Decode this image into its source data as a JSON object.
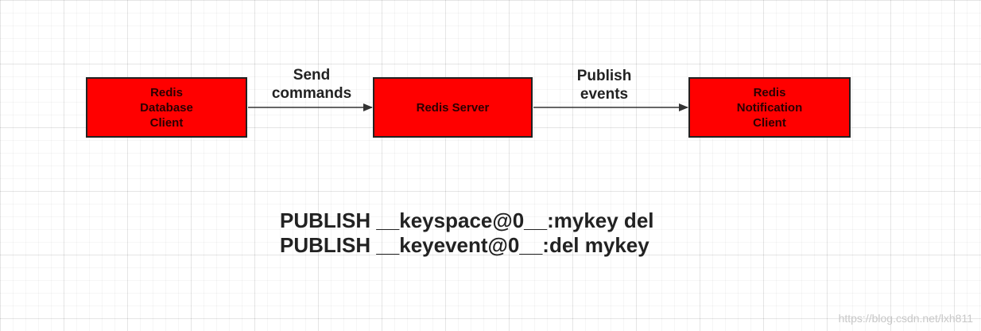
{
  "diagram": {
    "nodes": [
      {
        "id": "client",
        "label": "Redis\nDatabase\nClient"
      },
      {
        "id": "server",
        "label": "Redis Server"
      },
      {
        "id": "notify",
        "label": "Redis\nNotification\nClient"
      }
    ],
    "edges": [
      {
        "from": "client",
        "to": "server",
        "label": "Send\ncommands"
      },
      {
        "from": "server",
        "to": "notify",
        "label": "Publish\nevents"
      }
    ],
    "commands": [
      "PUBLISH __keyspace@0__:mykey del",
      "PUBLISH __keyevent@0__:del mykey"
    ],
    "watermark": "https://blog.csdn.net/lxh811"
  },
  "colors": {
    "node_fill": "#ff0000",
    "node_border": "#222222",
    "arrow": "#333333",
    "text": "#222222",
    "grid": "#ededed",
    "watermark": "#c8c8c8"
  }
}
